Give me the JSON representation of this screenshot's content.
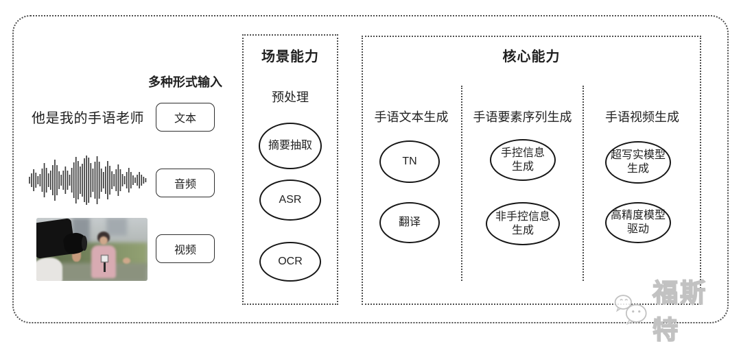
{
  "colors": {
    "ink": "#1f1f1f",
    "line": "#4d4d4d",
    "node_border": "#161616",
    "watermark": "#c2c2c2",
    "background": "#ffffff"
  },
  "input_section": {
    "title": "多种形式输入",
    "sample_text": "他是我的手语老师",
    "items": [
      {
        "label": "文本"
      },
      {
        "label": "音频"
      },
      {
        "label": "视频"
      }
    ],
    "icons": [
      "text-sentence",
      "audio-waveform-icon",
      "video-photo-thumbnail"
    ]
  },
  "scene_section": {
    "title": "场景能力",
    "subtitle": "预处理",
    "nodes": [
      {
        "label": "摘要抽取"
      },
      {
        "label": "ASR"
      },
      {
        "label": "OCR"
      }
    ]
  },
  "core_section": {
    "title": "核心能力",
    "columns": [
      {
        "header": "手语文本生成",
        "nodes": [
          {
            "label": "TN"
          },
          {
            "label": "翻译"
          }
        ]
      },
      {
        "header": "手语要素序列生成",
        "nodes": [
          {
            "label": "手控信息\n生成"
          },
          {
            "label": "非手控信息\n生成"
          }
        ]
      },
      {
        "header": "手语视频生成",
        "nodes": [
          {
            "label": "超写实模型\n生成"
          },
          {
            "label": "高精度模型\n驱动"
          }
        ]
      }
    ]
  },
  "watermark": {
    "text": "福斯特",
    "icon": "wechat-bubbles-icon"
  },
  "waveform": {
    "heights": [
      5,
      10,
      16,
      11,
      6,
      9,
      17,
      25,
      18,
      10,
      14,
      22,
      30,
      22,
      13,
      8,
      14,
      20,
      14,
      8,
      18,
      26,
      34,
      28,
      20,
      24,
      32,
      38,
      33,
      25,
      17,
      27,
      35,
      27,
      17,
      12,
      20,
      28,
      21,
      13,
      9,
      16,
      23,
      16,
      9,
      6,
      12,
      18,
      12,
      7,
      4,
      8,
      12,
      8,
      5,
      3
    ]
  }
}
